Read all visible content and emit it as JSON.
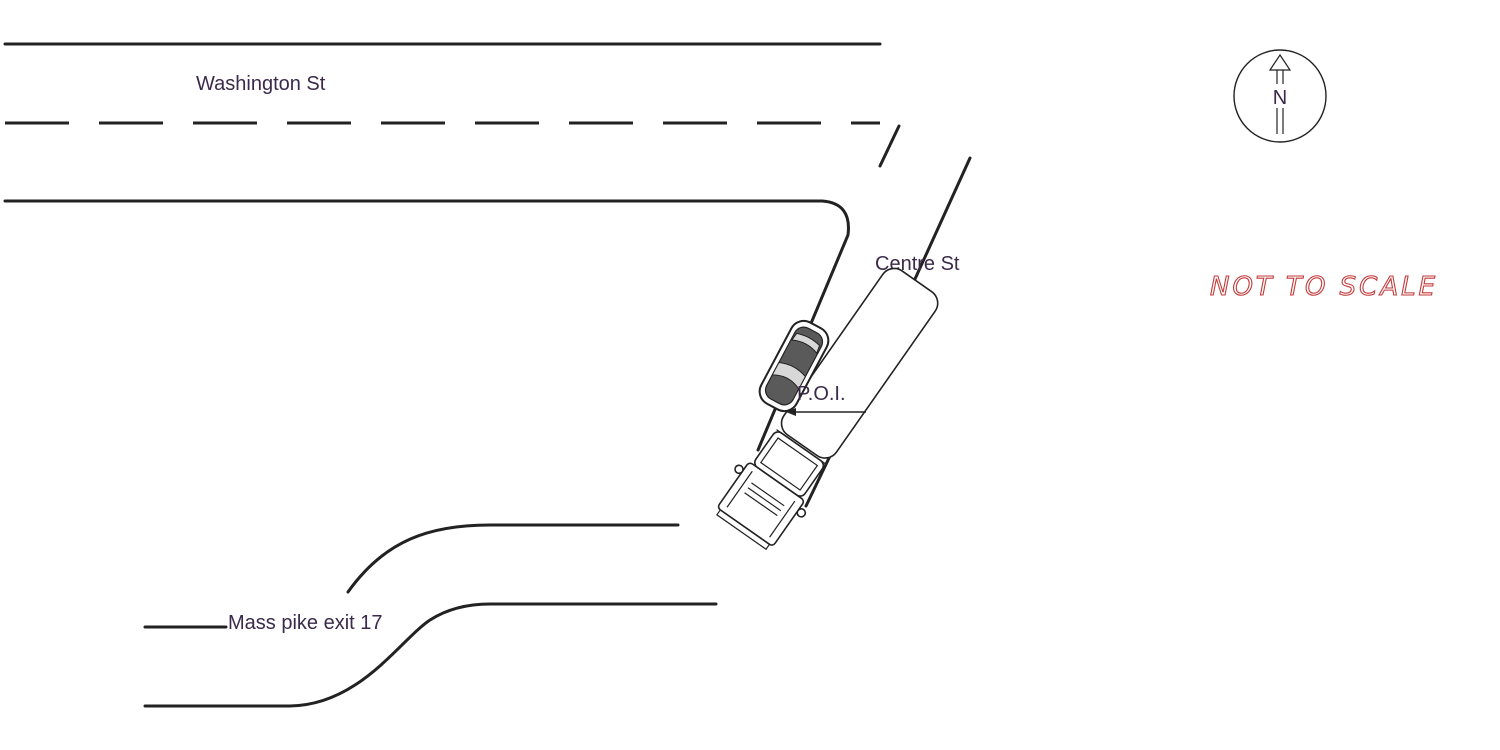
{
  "streets": {
    "washington": "Washington St",
    "centre": "Centre St",
    "mass_pike": "Mass pike exit 17"
  },
  "labels": {
    "poi": "P.O.I.",
    "scale_note": "NOT TO SCALE",
    "north": "N"
  },
  "icons": {
    "north_arrow": "north-arrow-icon",
    "car": "car-icon",
    "truck": "truck-icon"
  },
  "colors": {
    "road_line": "#222222",
    "label_text": "#3b2a4a",
    "scale_outline": "#c23b3b",
    "car_body": "#5a5a5a"
  }
}
